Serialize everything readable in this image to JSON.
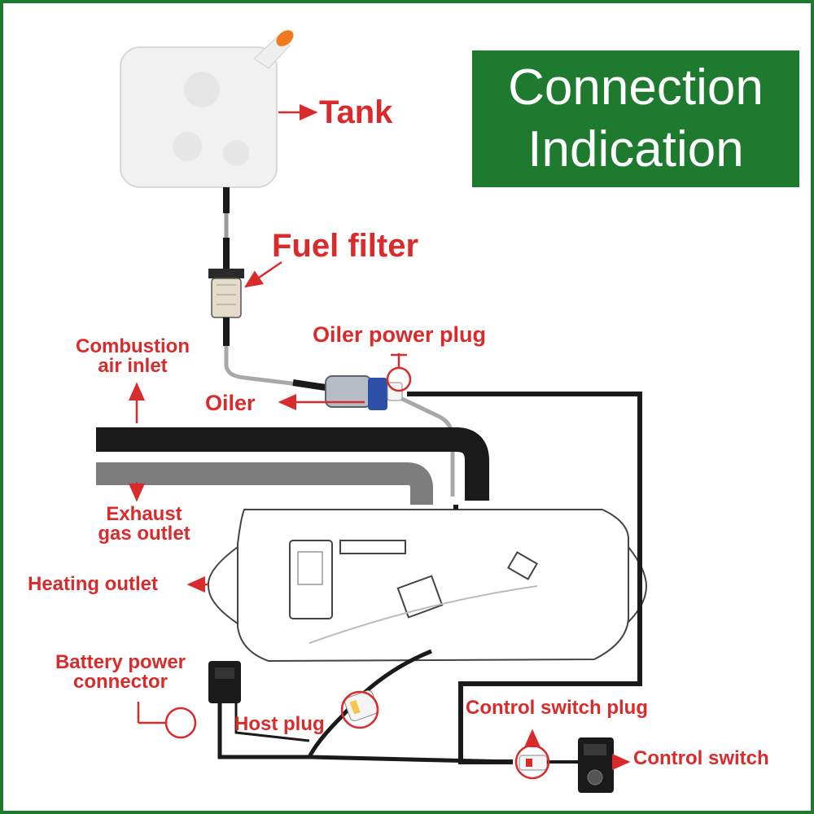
{
  "title": {
    "line1": "Connection",
    "line2": "Indication"
  },
  "labels": {
    "tank": "Tank",
    "fuel_filter": "Fuel filter",
    "oiler_power_plug": "Oiler power plug",
    "combustion_line1": "Combustion",
    "combustion_line2": "air inlet",
    "oiler": "Oiler",
    "exhaust_line1": "Exhaust",
    "exhaust_line2": "gas outlet",
    "heating_outlet": "Heating outlet",
    "battery_line1": "Battery power",
    "battery_line2": "connector",
    "host_plug": "Host plug",
    "control_switch_plug": "Control switch plug",
    "control_switch": "Control switch"
  },
  "colors": {
    "frame": "#1e7a2e",
    "title_bg": "#1e7a2e",
    "label": "#d92b2b",
    "hose_black": "#1a1a1a",
    "hose_gray": "#8a8a8a"
  }
}
